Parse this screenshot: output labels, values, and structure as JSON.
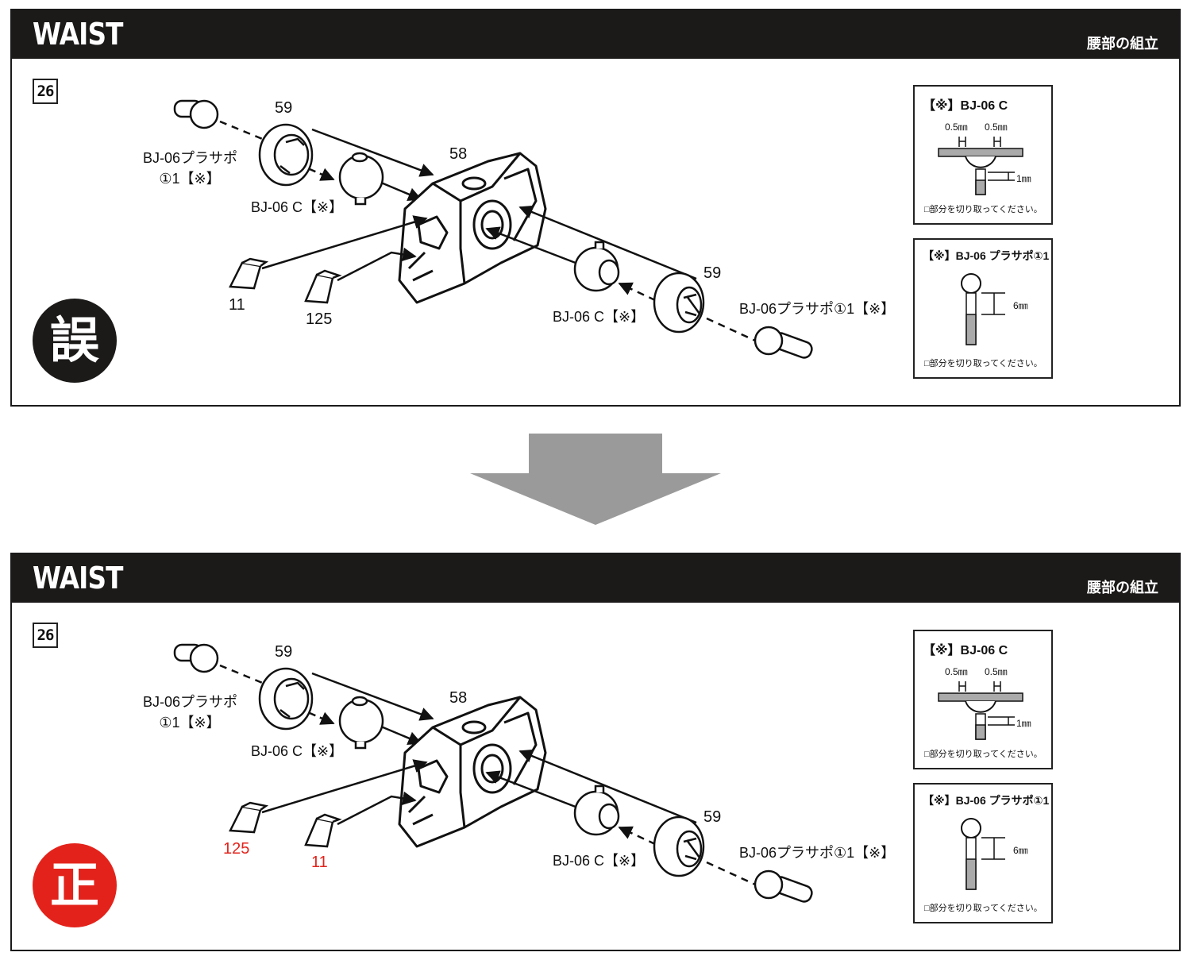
{
  "panels": [
    {
      "header_title": "WAIST",
      "header_jp": "腰部の組立",
      "step": "26",
      "badge": "誤",
      "parts": {
        "part_59_top": "59",
        "part_58": "58",
        "part_59_right": "59",
        "part_wedge_left": "11",
        "part_wedge_right": "125"
      },
      "labels": {
        "plasapo_left_line1": "BJ-06プラサポ",
        "plasapo_left_line2": "①1【※】",
        "bj06c_left": "BJ-06 C【※】",
        "bj06c_right": "BJ-06 C【※】",
        "plasapo_right": "BJ-06プラサポ①1【※】"
      },
      "notes": {
        "bj06c_title": "【※】BJ-06 C",
        "bj06c_dim_a": "0.5㎜",
        "bj06c_dim_b": "0.5㎜",
        "bj06c_dim_c": "1㎜",
        "bj06c_cut": "□部分を切り取ってください。",
        "plasapo_title": "【※】BJ-06 プラサポ①1",
        "plasapo_dim": "6㎜",
        "plasapo_cut": "□部分を切り取ってください。"
      }
    },
    {
      "header_title": "WAIST",
      "header_jp": "腰部の組立",
      "step": "26",
      "badge": "正",
      "parts": {
        "part_59_top": "59",
        "part_58": "58",
        "part_59_right": "59",
        "part_wedge_left": "125",
        "part_wedge_right": "11"
      },
      "labels": {
        "plasapo_left_line1": "BJ-06プラサポ",
        "plasapo_left_line2": "①1【※】",
        "bj06c_left": "BJ-06 C【※】",
        "bj06c_right": "BJ-06 C【※】",
        "plasapo_right": "BJ-06プラサポ①1【※】"
      },
      "notes": {
        "bj06c_title": "【※】BJ-06 C",
        "bj06c_dim_a": "0.5㎜",
        "bj06c_dim_b": "0.5㎜",
        "bj06c_dim_c": "1㎜",
        "bj06c_cut": "□部分を切り取ってください。",
        "plasapo_title": "【※】BJ-06 プラサポ①1",
        "plasapo_dim": "6㎜",
        "plasapo_cut": "□部分を切り取ってください。"
      }
    }
  ],
  "colors": {
    "header_bg": "#1c1a19",
    "wrong_badge": "#1c1a19",
    "correct_badge": "#e3231b",
    "correction_text": "#e3231b",
    "arrow": "#9a9a9a"
  },
  "icons": {
    "transition": "down-arrow-icon"
  }
}
